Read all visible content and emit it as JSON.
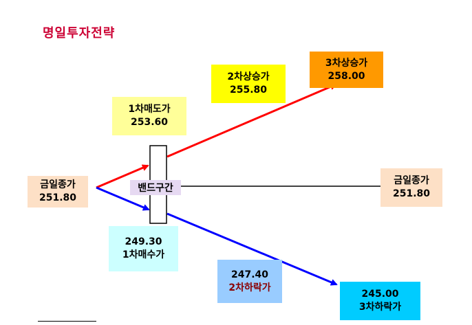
{
  "title": "명일투자전략",
  "nodes": {
    "today_close_left": {
      "label": "금일종가",
      "value": "251.80",
      "color": "#fde0c6"
    },
    "sell_1": {
      "label": "1차매도가",
      "value": "253.60",
      "color": "#ffff99"
    },
    "rise_2": {
      "label": "2차상승가",
      "value": "255.80",
      "color": "#ffff00"
    },
    "rise_3": {
      "label": "3차상승가",
      "value": "258.00",
      "color": "#ff9900"
    },
    "band": {
      "label": "밴드구간",
      "color": "#e6d9f2"
    },
    "today_close_right": {
      "label": "금일종가",
      "value": "251.80",
      "color": "#fde0c6"
    },
    "buy_1": {
      "value": "249.30",
      "label": "1차매수가",
      "color": "#ccffff"
    },
    "fall_2": {
      "value": "247.40",
      "label": "2차하락가",
      "color": "#99ccff"
    },
    "fall_3": {
      "value": "245.00",
      "label": "3차하락가",
      "color": "#00ccff"
    }
  },
  "colors": {
    "title": "#cc0033",
    "up_arrow": "#ff0000",
    "down_arrow": "#0000ff",
    "band_line": "#000000"
  }
}
